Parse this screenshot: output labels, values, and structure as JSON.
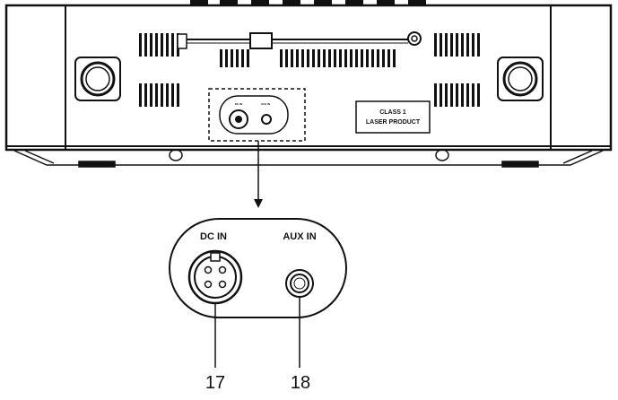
{
  "title": "",
  "device": {
    "class_label_line1": "CLASS 1",
    "class_label_line2": "LASER PRODUCT",
    "small_dc_label": "DC IN",
    "small_aux_label": "AUX IN"
  },
  "callout": {
    "dc_label": "DC IN",
    "aux_label": "AUX IN"
  },
  "numbers": {
    "dc_number": "17",
    "aux_number": "18"
  }
}
